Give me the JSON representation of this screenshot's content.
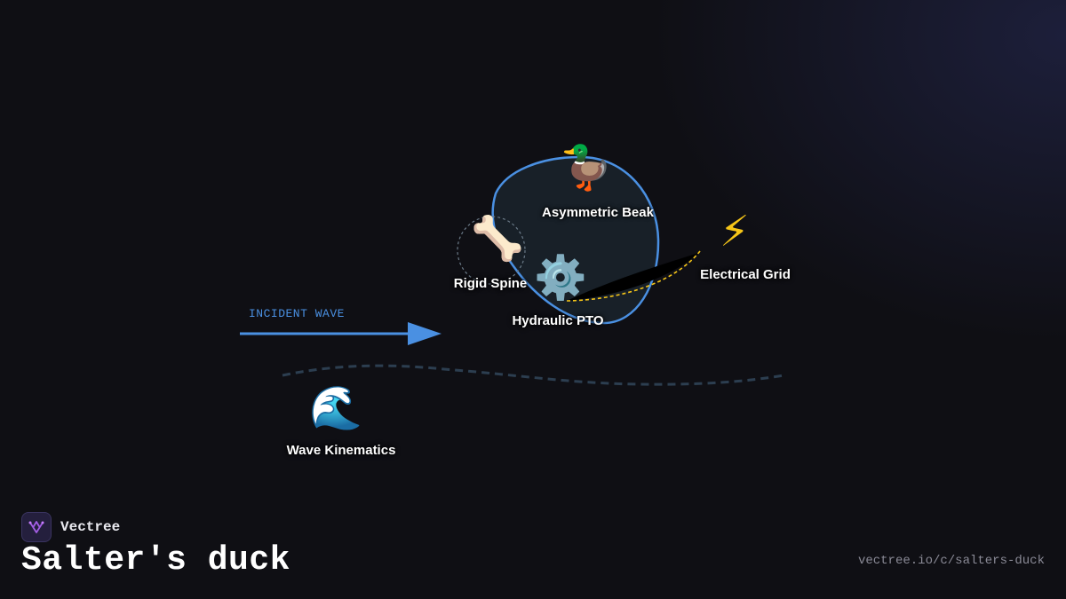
{
  "diagram": {
    "incident_wave_label": "INCIDENT WAVE",
    "nodes": {
      "asymmetric_beak": {
        "label": "Asymmetric Beak",
        "icon": "🦆",
        "icon_name": "duck-icon"
      },
      "rigid_spine": {
        "label": "Rigid Spine",
        "icon": "🦴",
        "icon_name": "bone-icon"
      },
      "hydraulic_pto": {
        "label": "Hydraulic PTO",
        "icon": "⚙️",
        "icon_name": "gear-icon"
      },
      "electrical_grid": {
        "label": "Electrical Grid",
        "icon": "⚡",
        "icon_name": "lightning-icon"
      },
      "wave_kinematics": {
        "label": "Wave Kinematics",
        "icon": "🌊",
        "icon_name": "wave-icon"
      }
    },
    "colors": {
      "duck_outline": "#4a90e2",
      "duck_fill": "#1a222a",
      "arrow": "#4a90e2",
      "power_line": "#f5c518",
      "sea_surface": "#2c3e50",
      "spine_circle": "#6b7a88"
    }
  },
  "footer": {
    "brand_name": "Vectree",
    "title": "Salter's duck",
    "url": "vectree.io/c/salters-duck"
  }
}
